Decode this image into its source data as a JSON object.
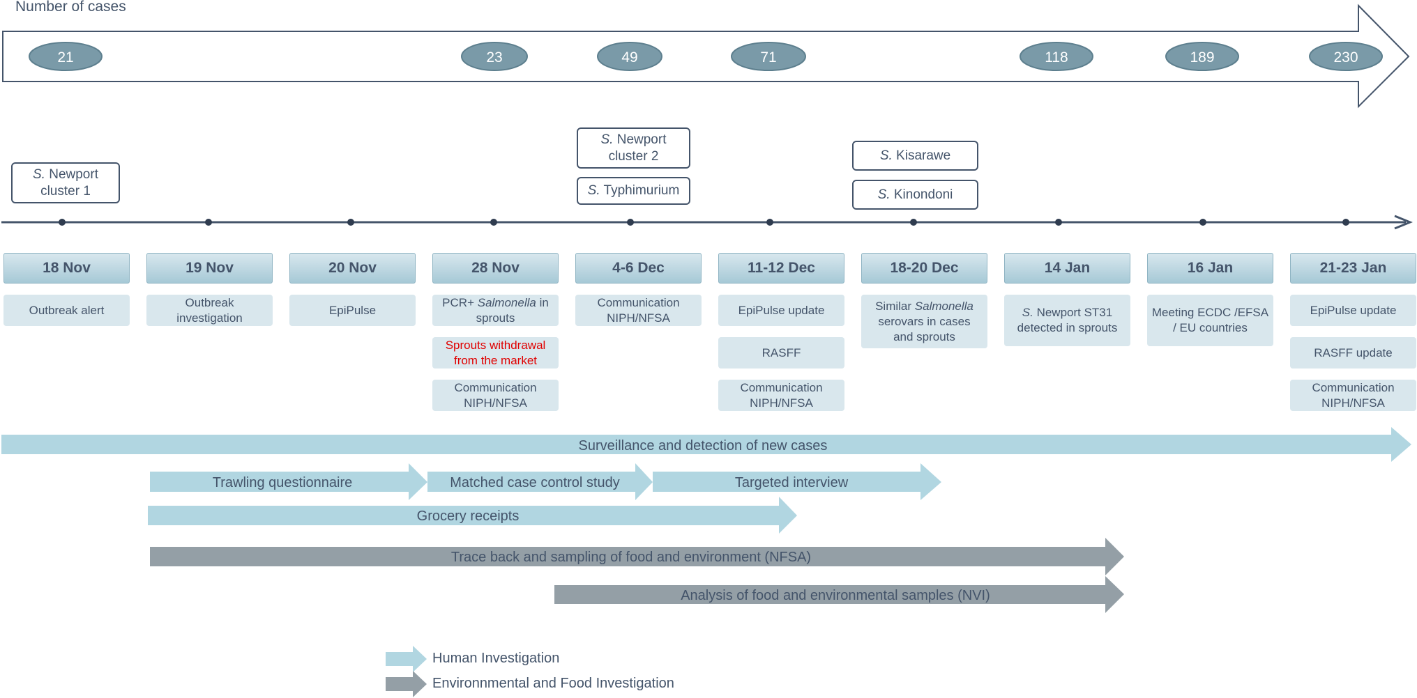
{
  "title": "Number of cases",
  "case_counts": [
    "21",
    "23",
    "49",
    "71",
    "118",
    "189",
    "230"
  ],
  "dates": [
    "18 Nov",
    "19 Nov",
    "20 Nov",
    "28 Nov",
    "4-6 Dec",
    "11-12 Dec",
    "18-20 Dec",
    "14 Jan",
    "16 Jan",
    "21-23 Jan"
  ],
  "strains": {
    "newport1": {
      "genus": "S.",
      "rest": " Newport",
      "line2": "cluster 1"
    },
    "newport2": {
      "genus": "S.",
      "rest": " Newport",
      "line2": "cluster 2"
    },
    "typhimurium": {
      "genus": "S.",
      "rest": " Typhimurium"
    },
    "kisarawe": {
      "genus": "S.",
      "rest": " Kisarawe"
    },
    "kinondoni": {
      "genus": "S.",
      "rest": " Kinondoni"
    }
  },
  "events": {
    "outbreak_alert": "Outbreak alert",
    "outbreak_investigation_1": "Outbreak",
    "outbreak_investigation_2": "investigation",
    "epipulse": "EpiPulse",
    "pcr_1": "PCR+",
    "pcr_italic": "Salmonella",
    "pcr_2": "in",
    "pcr_3": "sprouts",
    "withdrawal_1": "Sprouts withdrawal",
    "withdrawal_2": "from the market",
    "comm_1": "Communication",
    "comm_2": "NIPH/NFSA",
    "epipulse_update": "EpiPulse update",
    "rasff": "RASFF",
    "similar_1": "Similar",
    "similar_italic": "Salmonella",
    "similar_2": "serovars  in cases",
    "similar_3": "and sprouts",
    "st31_genus": "S.",
    "st31_1": "Newport ST31",
    "st31_2": "detected in sprouts",
    "meeting_1": "Meeting ECDC /EFSA",
    "meeting_2": "/ EU countries",
    "rasff_update": "RASFF update"
  },
  "activities": [
    "Surveillance and detection of new cases",
    "Trawling questionnaire",
    "Matched case control study",
    "Targeted interview",
    "Grocery receipts",
    "Trace back and sampling of food and environment (NFSA)",
    "Analysis of food and environmental samples (NVI)"
  ],
  "legend": {
    "human": "Human Investigation",
    "environment": "Environnmental and Food Investigation"
  },
  "colors": {
    "human_arrow": "#b1d6e1",
    "env_arrow": "#949fa6",
    "case_ellipse": "#7a9aa8",
    "dark": "#44546a"
  }
}
